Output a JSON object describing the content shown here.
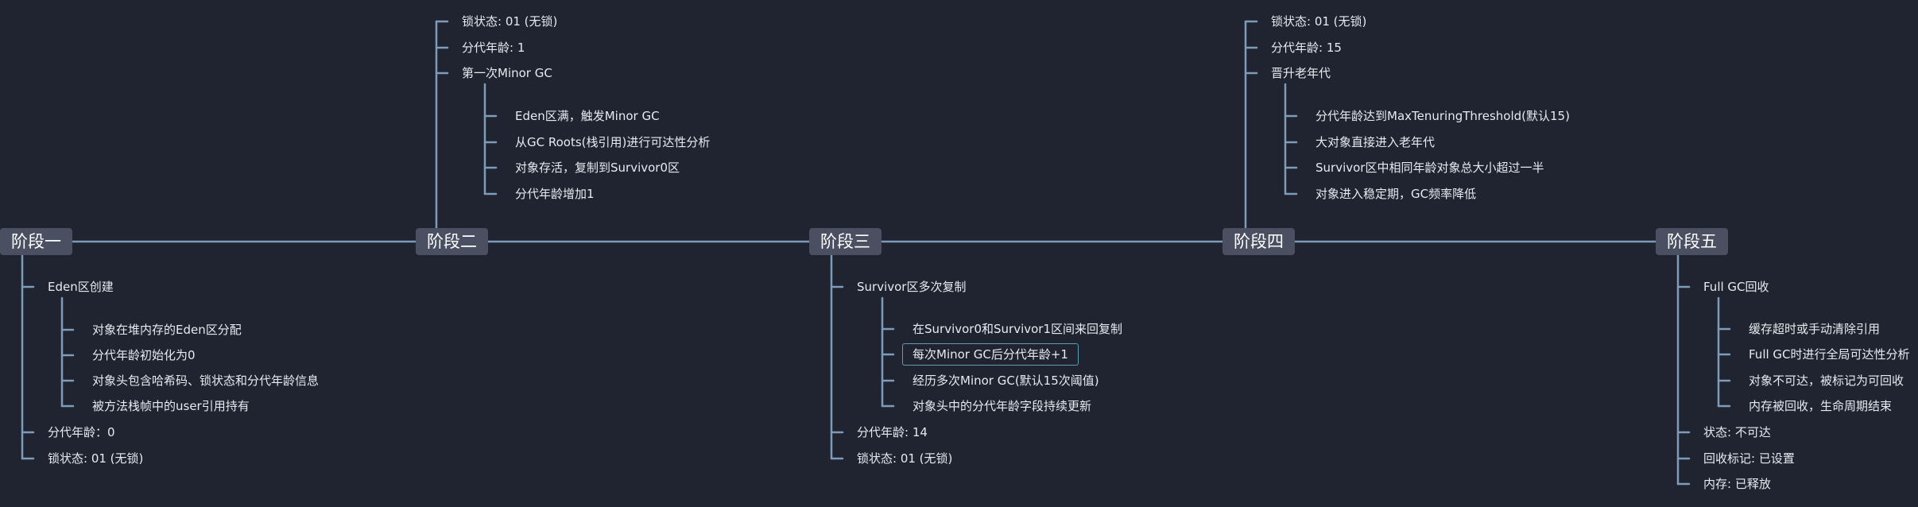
{
  "colors": {
    "background": "#1f2430",
    "line": "#7f9bba",
    "stage_bg": "#4a5061",
    "text": "#e7eaf0",
    "highlight": "#5b9fb5"
  },
  "stages": [
    {
      "label": "阶段一",
      "side": "below",
      "children": [
        {
          "text": "Eden区创建",
          "children": [
            {
              "text": "对象在堆内存的Eden区分配"
            },
            {
              "text": "分代年龄初始化为0"
            },
            {
              "text": "对象头包含哈希码、锁状态和分代年龄信息"
            },
            {
              "text": "被方法栈帧中的user引用持有"
            }
          ]
        },
        {
          "text": "分代年龄：0"
        },
        {
          "text": "锁状态: 01 (无锁)"
        }
      ]
    },
    {
      "label": "阶段二",
      "side": "above",
      "children": [
        {
          "text": "锁状态: 01 (无锁)"
        },
        {
          "text": "分代年龄: 1"
        },
        {
          "text": "第一次Minor GC",
          "children": [
            {
              "text": "Eden区满，触发Minor GC"
            },
            {
              "text": "从GC Roots(栈引用)进行可达性分析"
            },
            {
              "text": "对象存活，复制到Survivor0区"
            },
            {
              "text": "分代年龄增加1"
            }
          ]
        }
      ]
    },
    {
      "label": "阶段三",
      "side": "below",
      "children": [
        {
          "text": "Survivor区多次复制",
          "children": [
            {
              "text": "在Survivor0和Survivor1区间来回复制"
            },
            {
              "text": "每次Minor GC后分代年龄+1",
              "highlight": true
            },
            {
              "text": "经历多次Minor GC(默认15次阈值)"
            },
            {
              "text": "对象头中的分代年龄字段持续更新"
            }
          ]
        },
        {
          "text": "分代年龄: 14"
        },
        {
          "text": "锁状态: 01 (无锁)"
        }
      ]
    },
    {
      "label": "阶段四",
      "side": "above",
      "children": [
        {
          "text": "锁状态: 01 (无锁)"
        },
        {
          "text": "分代年龄: 15"
        },
        {
          "text": "晋升老年代",
          "children": [
            {
              "text": "分代年龄达到MaxTenuringThreshold(默认15)"
            },
            {
              "text": "大对象直接进入老年代"
            },
            {
              "text": "Survivor区中相同年龄对象总大小超过一半"
            },
            {
              "text": "对象进入稳定期，GC频率降低"
            }
          ]
        }
      ]
    },
    {
      "label": "阶段五",
      "side": "below",
      "children": [
        {
          "text": "Full GC回收",
          "children": [
            {
              "text": "缓存超时或手动清除引用"
            },
            {
              "text": "Full GC时进行全局可达性分析"
            },
            {
              "text": "对象不可达，被标记为可回收"
            },
            {
              "text": "内存被回收，生命周期结束"
            }
          ]
        },
        {
          "text": "状态: 不可达"
        },
        {
          "text": "回收标记: 已设置"
        },
        {
          "text": "内存: 已释放"
        }
      ]
    }
  ]
}
